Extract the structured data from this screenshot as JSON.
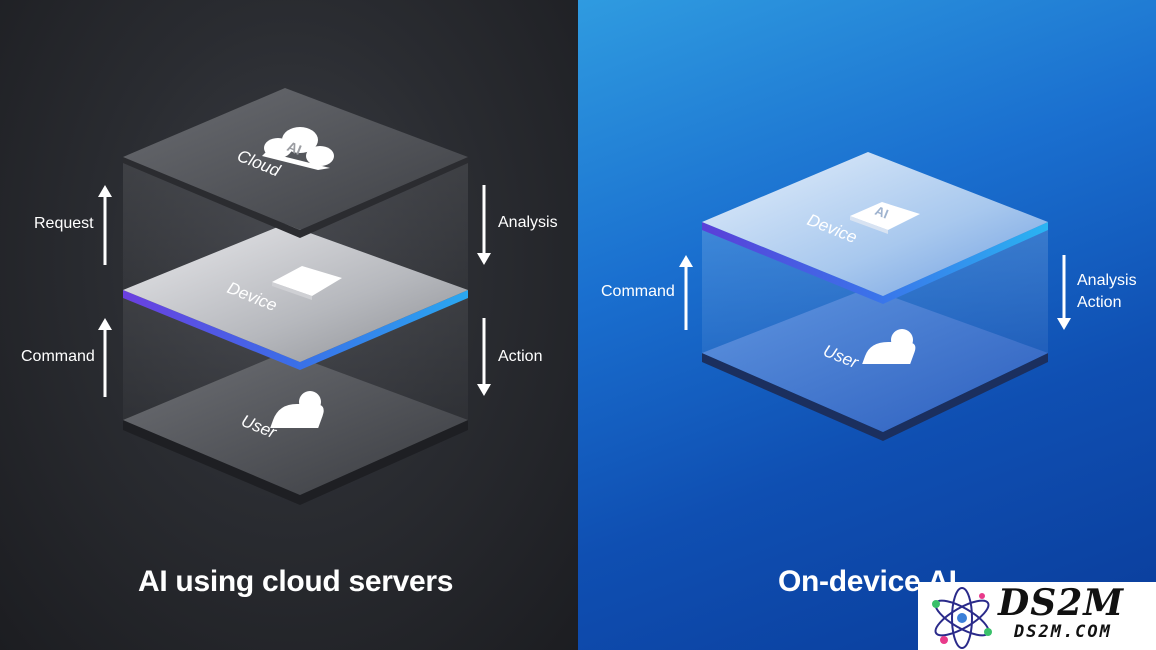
{
  "left": {
    "caption": "AI using cloud servers",
    "layers": {
      "top": {
        "label": "Cloud",
        "badge": "AI"
      },
      "middle": {
        "label": "Device"
      },
      "bottom": {
        "label": "User"
      }
    },
    "arrows": {
      "request": "Request",
      "analysis": "Analysis",
      "command": "Command",
      "action": "Action"
    }
  },
  "right": {
    "caption": "On-device AI",
    "layers": {
      "top": {
        "label": "Device",
        "badge": "AI"
      },
      "bottom": {
        "label": "User"
      }
    },
    "arrows": {
      "command": "Command",
      "analysis": "Analysis",
      "action": "Action"
    }
  },
  "watermark": {
    "title": "DS2M",
    "subtitle": "DS2M.COM"
  },
  "colors": {
    "left_bg": "#2a2c31",
    "right_bg": "#1a6fcf",
    "accent_edge": "#3b8fe8",
    "text": "#ffffff"
  }
}
